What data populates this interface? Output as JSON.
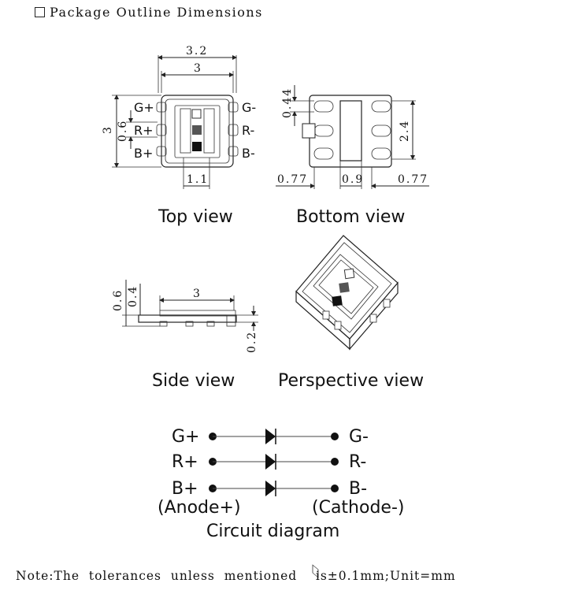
{
  "title": "Package Outline Dimensions",
  "views": {
    "top": "Top view",
    "bottom": "Bottom view",
    "side": "Side view",
    "perspective": "Perspective view"
  },
  "top_view": {
    "pins_left": [
      "G+",
      "R+",
      "B+"
    ],
    "pins_right": [
      "G-",
      "R-",
      "B-"
    ],
    "dim_width_outer": "3.2",
    "dim_width_inner": "3",
    "dim_height": "3",
    "dim_pad": "0.6",
    "dim_pitch": "1.1"
  },
  "bottom_view": {
    "dim_top": "0.44",
    "dim_height": "2.4",
    "dim_left": "0.77",
    "dim_center": "0.9",
    "dim_right": "0.77"
  },
  "side_view": {
    "dim_height_total": "0.6",
    "dim_height_body": "0.4",
    "dim_width": "3",
    "dim_pad": "0.2"
  },
  "circuit": {
    "rows": [
      {
        "anode": "G+",
        "cathode": "G-"
      },
      {
        "anode": "R+",
        "cathode": "R-"
      },
      {
        "anode": "B+",
        "cathode": "B-"
      }
    ],
    "anode_label": "(Anode+)",
    "cathode_label": "(Cathode-)",
    "caption": "Circuit diagram"
  },
  "note": "Note:The  tolerances  unless  mentioned    is±0.1mm;Unit=mm"
}
